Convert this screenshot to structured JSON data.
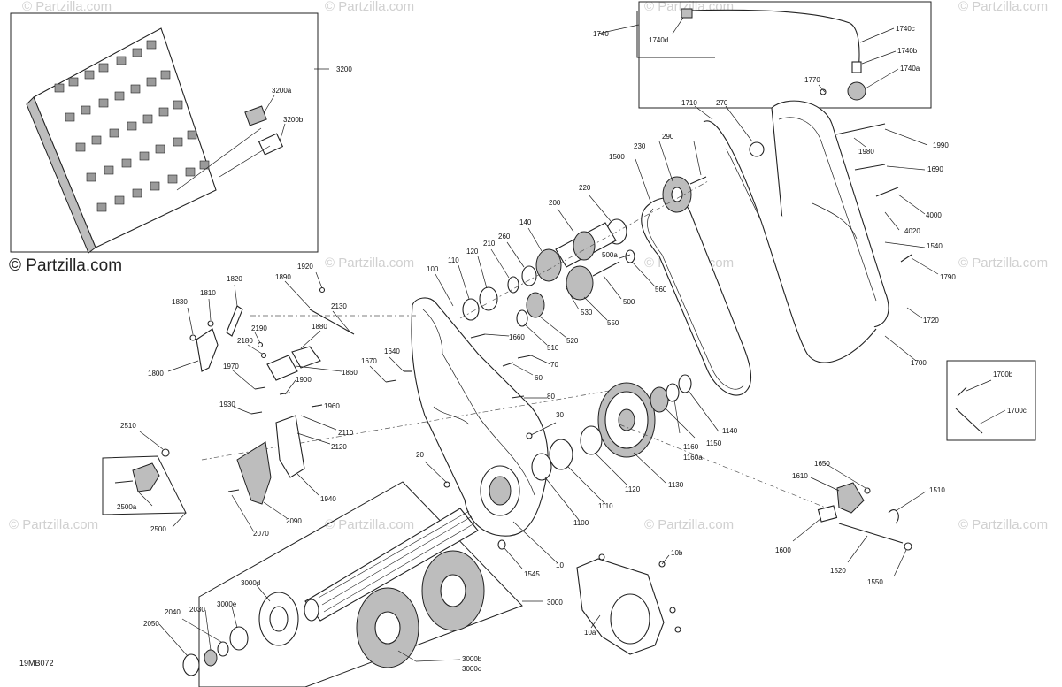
{
  "watermark": "© Partzilla.com",
  "brand_label": "© Partzilla.com",
  "diagram_code": "19MB072",
  "part_labels": [
    "3200",
    "3200a",
    "3200b",
    "1740",
    "1740d",
    "1740c",
    "1740b",
    "1740a",
    "1770",
    "1710",
    "270",
    "1980",
    "1990",
    "290",
    "230",
    "1690",
    "1500",
    "220",
    "200",
    "4000",
    "4020",
    "1540",
    "1790",
    "1720",
    "1700",
    "500a",
    "140",
    "260",
    "210",
    "120",
    "110",
    "100",
    "560",
    "500",
    "550",
    "530",
    "520",
    "510",
    "1660",
    "1920",
    "1820",
    "1810",
    "1830",
    "1890",
    "2130",
    "2190",
    "2180",
    "1880",
    "1860",
    "1800",
    "1970",
    "1900",
    "1640",
    "1670",
    "70",
    "60",
    "80",
    "30",
    "1960",
    "1930",
    "2110",
    "2120",
    "2510",
    "1940",
    "2070",
    "2090",
    "2500a",
    "2500",
    "20",
    "1700b",
    "1700c",
    "1160",
    "1160a",
    "1150",
    "1140",
    "1130",
    "1120",
    "1110",
    "1100",
    "10",
    "1545",
    "1650",
    "1610",
    "1510",
    "1600",
    "1520",
    "1550",
    "3000d",
    "3000e",
    "2040",
    "2030",
    "2050",
    "3000",
    "3000b",
    "3000c",
    "10a",
    "10b"
  ]
}
